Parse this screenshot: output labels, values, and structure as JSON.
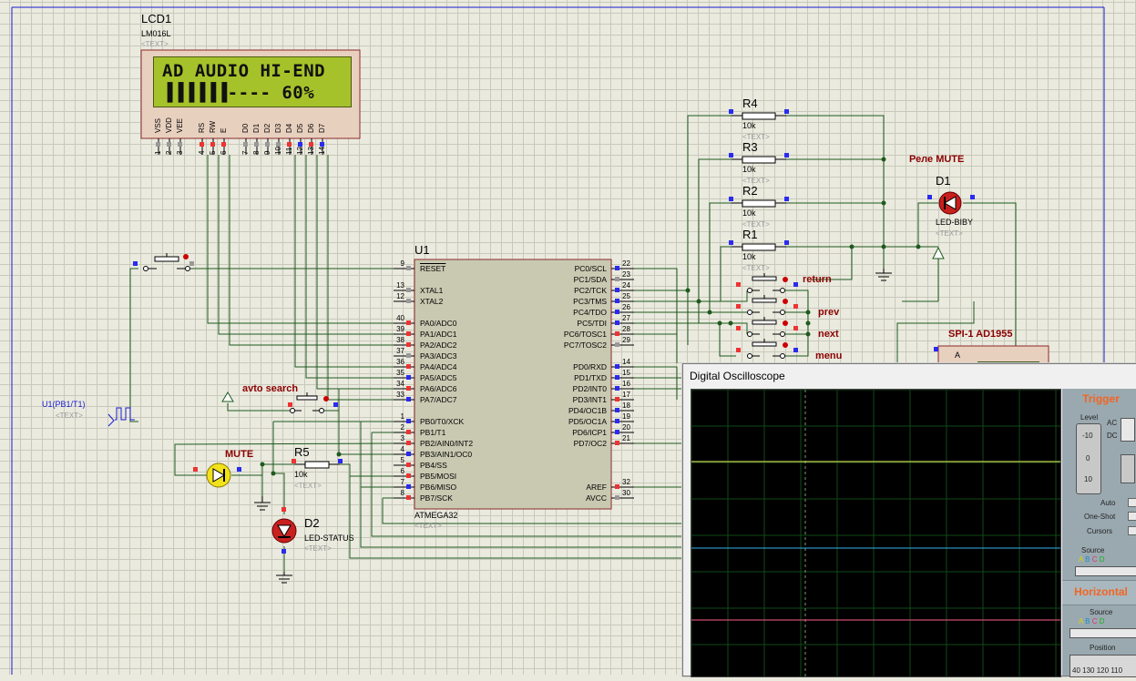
{
  "lcd": {
    "ref": "LCD1",
    "model": "LM016L",
    "text_tag": "<TEXT>",
    "line1": "AD AUDIO HI-END",
    "line2": "▐▐▐▐▐▐---- 60%",
    "pin_names": [
      "VSS",
      "VDD",
      "VEE",
      "RS",
      "RW",
      "E",
      "D0",
      "D1",
      "D2",
      "D3",
      "D4",
      "D5",
      "D6",
      "D7"
    ],
    "pin_numbers": [
      "1",
      "2",
      "3",
      "4",
      "5",
      "6",
      "7",
      "8",
      "9",
      "10",
      "11",
      "12",
      "13",
      "14"
    ]
  },
  "mcu": {
    "ref": "U1",
    "model": "ATMEGA32",
    "text_tag": "<TEXT>",
    "left_pins": [
      {
        "num": "9",
        "name": "RESET"
      },
      {
        "num": "13",
        "name": "XTAL1"
      },
      {
        "num": "12",
        "name": "XTAL2"
      },
      {
        "num": "40",
        "name": "PA0/ADC0"
      },
      {
        "num": "39",
        "name": "PA1/ADC1"
      },
      {
        "num": "38",
        "name": "PA2/ADC2"
      },
      {
        "num": "37",
        "name": "PA3/ADC3"
      },
      {
        "num": "36",
        "name": "PA4/ADC4"
      },
      {
        "num": "35",
        "name": "PA5/ADC5"
      },
      {
        "num": "34",
        "name": "PA6/ADC6"
      },
      {
        "num": "33",
        "name": "PA7/ADC7"
      },
      {
        "num": "1",
        "name": "PB0/T0/XCK"
      },
      {
        "num": "2",
        "name": "PB1/T1"
      },
      {
        "num": "3",
        "name": "PB2/AIN0/INT2"
      },
      {
        "num": "4",
        "name": "PB3/AIN1/OC0"
      },
      {
        "num": "5",
        "name": "PB4/SS"
      },
      {
        "num": "6",
        "name": "PB5/MOSI"
      },
      {
        "num": "7",
        "name": "PB6/MISO"
      },
      {
        "num": "8",
        "name": "PB7/SCK"
      }
    ],
    "right_pins": [
      {
        "num": "22",
        "name": "PC0/SCL"
      },
      {
        "num": "23",
        "name": "PC1/SDA"
      },
      {
        "num": "24",
        "name": "PC2/TCK"
      },
      {
        "num": "25",
        "name": "PC3/TMS"
      },
      {
        "num": "26",
        "name": "PC4/TDO"
      },
      {
        "num": "27",
        "name": "PC5/TDI"
      },
      {
        "num": "28",
        "name": "PC6/TOSC1"
      },
      {
        "num": "29",
        "name": "PC7/TOSC2"
      },
      {
        "num": "14",
        "name": "PD0/RXD"
      },
      {
        "num": "15",
        "name": "PD1/TXD"
      },
      {
        "num": "16",
        "name": "PD2/INT0"
      },
      {
        "num": "17",
        "name": "PD3/INT1"
      },
      {
        "num": "18",
        "name": "PD4/OC1B"
      },
      {
        "num": "19",
        "name": "PD5/OC1A"
      },
      {
        "num": "20",
        "name": "PD6/ICP1"
      },
      {
        "num": "21",
        "name": "PD7/OC2"
      },
      {
        "num": "32",
        "name": "AREF"
      },
      {
        "num": "30",
        "name": "AVCC"
      }
    ]
  },
  "resistors": [
    {
      "ref": "R4",
      "value": "10k",
      "text_tag": "<TEXT>"
    },
    {
      "ref": "R3",
      "value": "10k",
      "text_tag": "<TEXT>"
    },
    {
      "ref": "R2",
      "value": "10k",
      "text_tag": "<TEXT>"
    },
    {
      "ref": "R1",
      "value": "10k",
      "text_tag": "<TEXT>"
    },
    {
      "ref": "R5",
      "value": "10k",
      "text_tag": "<TEXT>"
    }
  ],
  "leds": {
    "d1_ref": "D1",
    "d1_model": "LED-BIBY",
    "d1_text_tag": "<TEXT>",
    "d2_ref": "D2",
    "d2_model": "LED-STATUS",
    "d2_text_tag": "<TEXT>"
  },
  "nets": {
    "rele_mute": "Реле MUTE",
    "return": "return",
    "prev": "prev",
    "next": "next",
    "menu": "menu",
    "avto_search": "avto search",
    "mute": "MUTE",
    "spi": "SPI-1 AD1955",
    "spi_pin_a": "A"
  },
  "generator": {
    "label": "U1(PB1/T1)",
    "text_tag": "<TEXT>"
  },
  "oscilloscope": {
    "title": "Digital Oscilloscope",
    "trigger_title": "Trigger",
    "level_label": "Level",
    "level_ticks": [
      "-10",
      "0",
      "10"
    ],
    "ac_label": "AC",
    "dc_label": "DC",
    "auto_label": "Auto",
    "oneshot_label": "One-Shot",
    "cursors_label": "Cursors",
    "source_label": "Source",
    "channels": [
      "A",
      "B",
      "C",
      "D"
    ],
    "horizontal_title": "Horizontal",
    "position_label": "Position",
    "position_ticks": [
      "40",
      "130",
      "120",
      "110"
    ],
    "trace_colors": {
      "A": "#f2f25a",
      "B": "#3ab0f0",
      "C": "#ff5c8a"
    }
  }
}
